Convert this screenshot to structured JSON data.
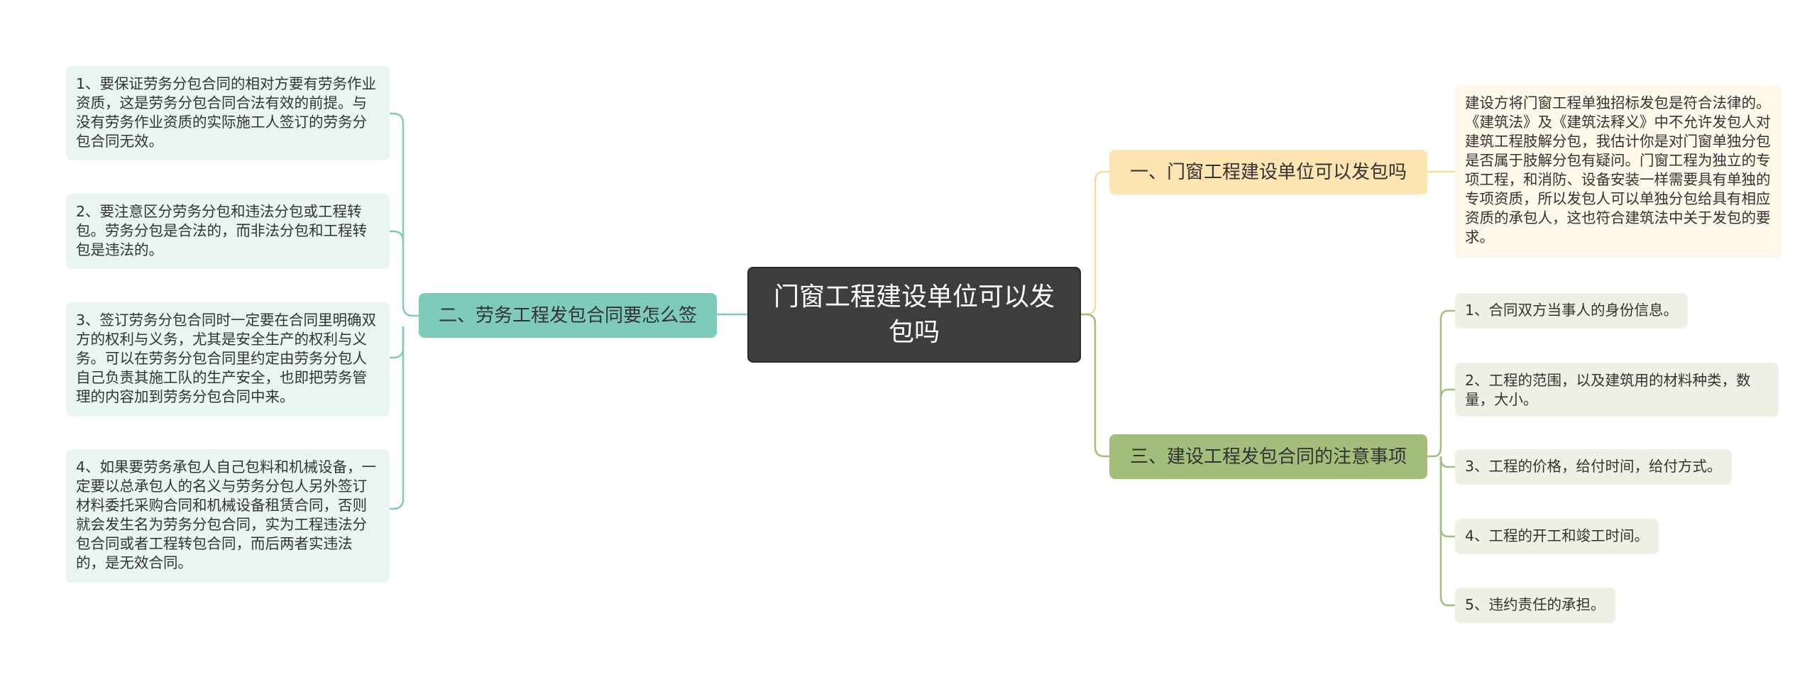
{
  "colors": {
    "center": "#3d3d3d",
    "branch_1": "#fde4b0",
    "branch_2": "#7ecbbb",
    "branch_3": "#a3bd7a",
    "leaf_teal": "#e8f5f2",
    "leaf_cream": "#fdf8ea",
    "leaf_olive": "#eef0e4"
  },
  "center": {
    "title": "门窗工程建设单位可以发包吗"
  },
  "branches": [
    {
      "label": "一、门窗工程建设单位可以发包吗",
      "items": [
        "建设方将门窗工程单独招标发包是符合法律的。《建筑法》及《建筑法释义》中不允许发包人对建筑工程肢解分包，我估计你是对门窗单独分包是否属于肢解分包有疑问。门窗工程为独立的专项工程，和消防、设备安装一样需要具有单独的专项资质，所以发包人可以单独分包给具有相应资质的承包人，这也符合建筑法中关于发包的要求。"
      ]
    },
    {
      "label": "二、劳务工程发包合同要怎么签",
      "items": [
        "1、要保证劳务分包合同的相对方要有劳务作业资质，这是劳务分包合同合法有效的前提。与没有劳务作业资质的实际施工人签订的劳务分包合同无效。",
        "2、要注意区分劳务分包和违法分包或工程转包。劳务分包是合法的，而非法分包和工程转包是违法的。",
        "3、签订劳务分包合同时一定要在合同里明确双方的权利与义务，尤其是安全生产的权利与义务。可以在劳务分包合同里约定由劳务分包人自己负责其施工队的生产安全，也即把劳务管理的内容加到劳务分包合同中来。",
        "4、如果要劳务承包人自己包料和机械设备，一定要以总承包人的名义与劳务分包人另外签订材料委托采购合同和机械设备租赁合同，否则就会发生名为劳务分包合同，实为工程违法分包合同或者工程转包合同，而后两者实违法的，是无效合同。"
      ]
    },
    {
      "label": "三、建设工程发包合同的注意事项",
      "items": [
        "1、合同双方当事人的身份信息。",
        "2、工程的范围，以及建筑用的材料种类，数量，大小。",
        "3、工程的价格，给付时间，给付方式。",
        "4、工程的开工和竣工时间。",
        "5、违约责任的承担。"
      ]
    }
  ]
}
